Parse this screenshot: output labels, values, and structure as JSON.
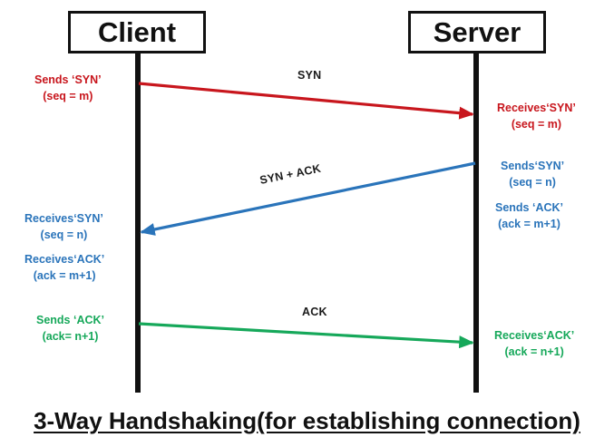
{
  "diagram": {
    "caption": "3-Way Handshaking(for establishing connection)",
    "colors": {
      "syn": "#c8161d",
      "syn_ack": "#2a74ba",
      "ack": "#16a85a",
      "node": "#111111",
      "background": "#ffffff"
    },
    "nodes": [
      {
        "id": "client",
        "label": "Client"
      },
      {
        "id": "server",
        "label": "Server"
      }
    ],
    "messages": [
      {
        "id": "syn",
        "label": "SYN",
        "direction": "client-to-server",
        "color": "#c8161d",
        "sender_note": {
          "line1": "Sends ‘SYN’",
          "line2": "(seq = m)"
        },
        "receiver_note": {
          "line1": "Receives‘SYN’",
          "line2": "(seq = m)"
        }
      },
      {
        "id": "syn-ack",
        "label": "SYN + ACK",
        "direction": "server-to-client",
        "color": "#2a74ba",
        "sender_note": {
          "line1": "Sends‘SYN’",
          "line2": "(seq = n)",
          "line3": "Sends ‘ACK’",
          "line4": "(ack = m+1)"
        },
        "receiver_note": {
          "line1": "Receives‘SYN’",
          "line2": "(seq = n)",
          "line3": "Receives‘ACK’",
          "line4": "(ack = m+1)"
        }
      },
      {
        "id": "ack",
        "label": "ACK",
        "direction": "client-to-server",
        "color": "#16a85a",
        "sender_note": {
          "line1": "Sends ‘ACK’",
          "line2": "(ack= n+1)"
        },
        "receiver_note": {
          "line1": "Receives‘ACK’",
          "line2": "(ack = n+1)"
        }
      }
    ]
  }
}
